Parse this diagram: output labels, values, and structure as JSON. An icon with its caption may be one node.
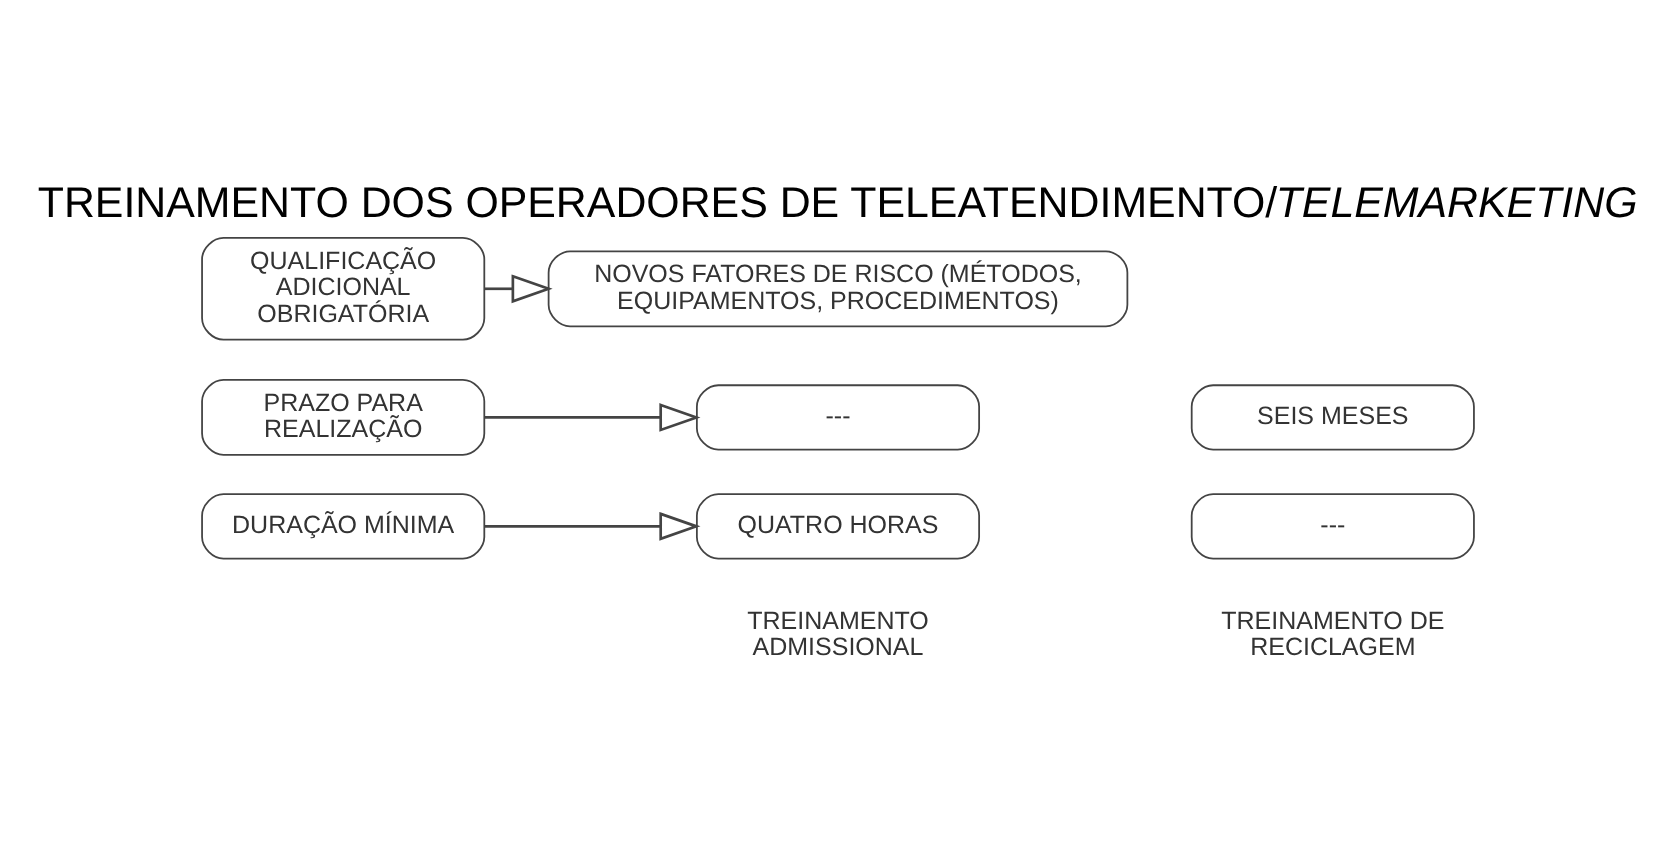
{
  "diagram": {
    "title": "TREINAMENTO DOS OPERADORES DE TELEATENDIMENTO/*TELEMARKETING*",
    "nodes": [
      {
        "text": [
          "DURAÇÃO MÍNIMA"
        ]
      },
      {
        "text": [
          "QUATRO HORAS"
        ]
      },
      {
        "text": [
          "---"
        ]
      },
      {
        "text": [
          "PRAZO PARA REALIZAÇÃO"
        ]
      },
      {
        "text": [
          "---"
        ]
      },
      {
        "text": [
          "SEIS MESES"
        ]
      },
      {
        "text": [
          "QUALIFICAÇÃO ADICIONAL OBRIGATÓRIA"
        ]
      },
      {
        "text": [
          "NOVOS FATORES DE RISCO (MÉTODOS, EQUIPAMENTOS, PROCEDIMENTOS)"
        ]
      }
    ],
    "edges": [
      {
        "from": 0,
        "to": 1,
        "arrow": "to"
      },
      {
        "from": 3,
        "to": 4,
        "arrow": "to"
      },
      {
        "from": 6,
        "to": 7,
        "arrow": "to"
      }
    ],
    "labels": [
      "TREINAMENTO ADMISSIONAL",
      "TREINAMENTO DE RECICLAGEM"
    ]
  }
}
